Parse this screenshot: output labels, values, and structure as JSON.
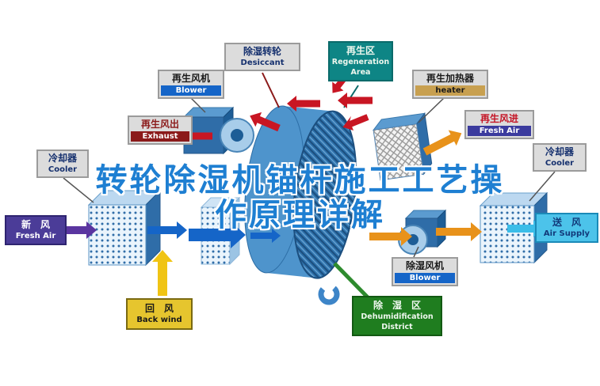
{
  "watermark": {
    "line1": "转轮除湿机锚杆施工工艺操",
    "line2": "作原理详解",
    "color": "#1e7fd2"
  },
  "palette": {
    "red": "#c81623",
    "maroon": "#8b1a1a",
    "blue": "#1565c8",
    "light_blue": "#5b9bd0",
    "purple": "#5a35a0",
    "yellow": "#f0c414",
    "orange": "#e8921a",
    "cyan": "#3bbde8",
    "green": "#2e8b2e",
    "teal": "#0e8585",
    "wheel": "#4e94cc",
    "wheel_dark": "#2d6ea6"
  },
  "labels": {
    "desiccant": {
      "zh": "除湿转轮",
      "en": "Desiccant"
    },
    "regen_blower": {
      "zh": "再生风机",
      "en": "Blower"
    },
    "regen_area": {
      "zh": "再生区",
      "en": "Regeneration Area"
    },
    "regen_heater": {
      "zh": "再生加热器",
      "en": "heater"
    },
    "exhaust": {
      "zh": "再生风出",
      "en": "Exhaust"
    },
    "regen_fresh_air": {
      "zh": "再生风进",
      "en": "Fresh Air"
    },
    "cooler_left": {
      "zh": "冷却器",
      "en": "Cooler"
    },
    "cooler_right": {
      "zh": "冷却器",
      "en": "Cooler"
    },
    "fresh_air": {
      "zh": "新　风",
      "en": "Fresh Air"
    },
    "air_supply": {
      "zh": "送　风",
      "en": "Air Supply"
    },
    "back_wind": {
      "zh": "回　风",
      "en": "Back wind"
    },
    "dehumid_blower": {
      "zh": "除湿风机",
      "en": "Blower"
    },
    "dehumid_district": {
      "zh": "除　湿　区",
      "en": "Dehumidification",
      "en2": "District"
    }
  }
}
